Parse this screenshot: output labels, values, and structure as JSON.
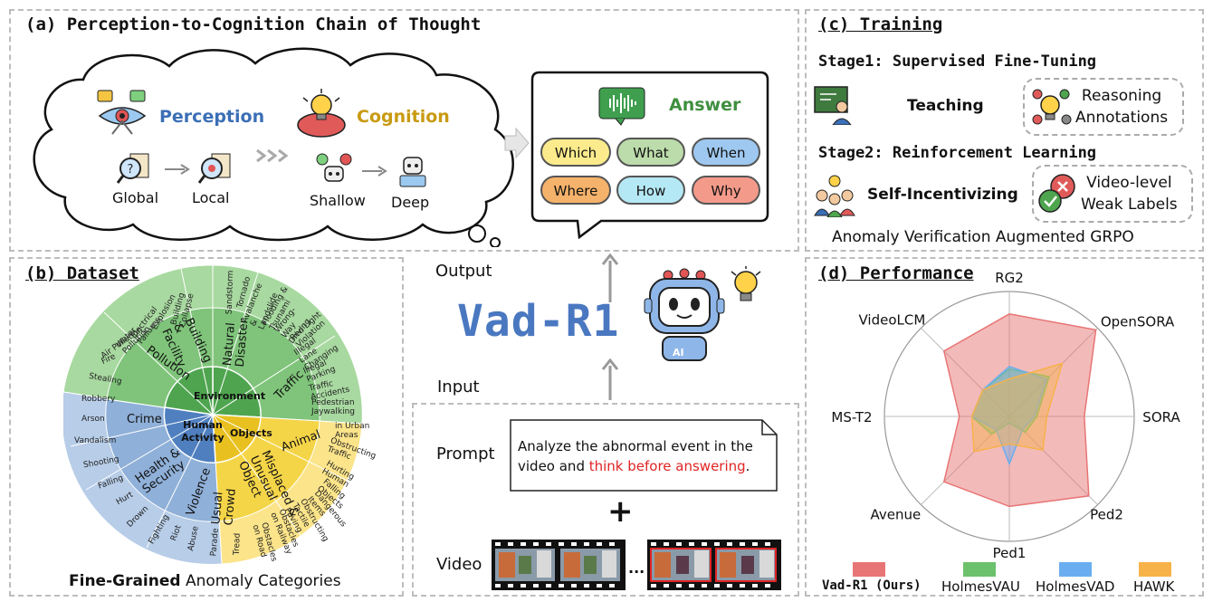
{
  "panel_a": {
    "title": "(a) Perception-to-Cognition Chain of Thought",
    "perception": "Perception",
    "cognition": "Cognition",
    "global": "Global",
    "local": "Local",
    "shallow": "Shallow",
    "deep": "Deep",
    "answer": "Answer",
    "questions": [
      "Which",
      "What",
      "When",
      "Where",
      "How",
      "Why"
    ]
  },
  "panel_b": {
    "title": "(b) Dataset",
    "center_labels": {
      "environment": "Environment",
      "human": "Human Activity",
      "objects": "Objects"
    },
    "mid_labels": [
      "Pollution",
      "Building & Facility",
      "Natural Disaster",
      "Traffic",
      "Crime",
      "Health & Security",
      "Violence",
      "Usual Crowd",
      "Animal",
      "Misplaced & Unusual Object"
    ],
    "outer_labels": [
      "Sandstorm",
      "Tornado",
      "Avalanche & Landslide",
      "Flooding & Tsunami",
      "Wrong-Way Driving",
      "Red Light Violation",
      "Illegal Lane Changing",
      "Illegal Parking",
      "Traffic Accidents",
      "Pedestrian Jaywalking",
      "Building Collapse",
      "Explosion",
      "Electrical Failures",
      "Water Pollution",
      "Air Pollution",
      "Fire",
      "Stealing",
      "Robbery",
      "Arson",
      "Vandalism",
      "Shooting",
      "Falling",
      "Hurt",
      "Drown",
      "Fighting",
      "Riot",
      "Abuse",
      "Parade",
      "Tread",
      "in Urban Areas",
      "Obstructing Traffic",
      "Hurting Human",
      "Falling Objects",
      "Dangerous Items",
      "Obstructing Tactile Paving",
      "Obstacles on Railway",
      "Obstacles on Road"
    ],
    "caption_bold": "Fine-Grained",
    "caption_rest": " Anomaly Categories"
  },
  "center": {
    "output": "Output",
    "model": "Vad-R1",
    "input": "Input",
    "robot_badge": "AI",
    "prompt_label": "Prompt",
    "prompt_text_1": "Analyze the abnormal event in the",
    "prompt_text_2": "video and ",
    "prompt_highlight": "think before answering",
    "prompt_end": ".",
    "plus": "+",
    "video_label": "Video",
    "ellipsis": "..."
  },
  "panel_c": {
    "title": "(c) Training",
    "stage1": "Stage1: Supervised Fine-Tuning",
    "teaching": "Teaching",
    "reasoning_1": "Reasoning",
    "reasoning_2": "Annotations",
    "stage2": "Stage2: Reinforcement Learning",
    "self_incentivizing": "Self-Incentivizing",
    "weak_1": "Video-level",
    "weak_2": "Weak Labels",
    "footer": "Anomaly Verification Augmented GRPO"
  },
  "panel_d": {
    "title": "(d) Performance",
    "legend": [
      "Vad-R1 (Ours)",
      "HolmesVAU",
      "HolmesVAD",
      "HAWK"
    ]
  },
  "colors": {
    "perception": "#3b6fb6",
    "cognition": "#c99a12",
    "answer": "#3f8f3f",
    "vad_r1": "#e87575",
    "holmesvau": "#6cc26c",
    "holmesvad": "#6aaef0",
    "hawk": "#f7b24a"
  },
  "chart_data": {
    "type": "radar",
    "axes": [
      "RG2",
      "OpenSORA",
      "SORA",
      "Ped2",
      "Ped1",
      "Avenue",
      "MS-T2",
      "VideoLCM"
    ],
    "series": [
      {
        "name": "Vad-R1 (Ours)",
        "values": [
          0.82,
          0.98,
          0.6,
          0.9,
          0.72,
          0.74,
          0.4,
          0.74
        ]
      },
      {
        "name": "HolmesVAU",
        "values": [
          0.38,
          0.45,
          0.22,
          0.18,
          0.05,
          0.2,
          0.3,
          0.3
        ]
      },
      {
        "name": "HolmesVAD",
        "values": [
          0.4,
          0.42,
          0.2,
          0.15,
          0.38,
          0.15,
          0.3,
          0.3
        ]
      },
      {
        "name": "HAWK",
        "values": [
          0.3,
          0.6,
          0.3,
          0.38,
          0.22,
          0.4,
          0.3,
          0.3
        ]
      }
    ],
    "range": [
      0,
      1
    ]
  }
}
